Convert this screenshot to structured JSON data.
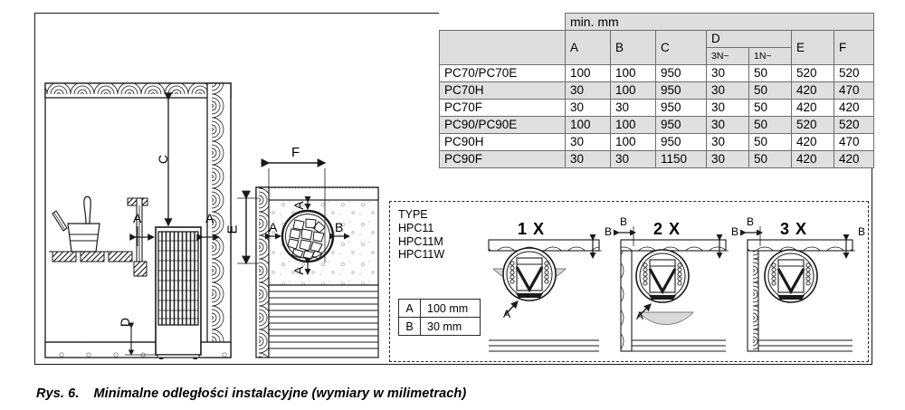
{
  "figure": {
    "caption_number": "Rys. 6.",
    "caption_text": "Minimalne odległości instalacyjne (wymiary w milimetrach)"
  },
  "table": {
    "group_header": "min. mm",
    "corner_header": "",
    "columns": [
      "A",
      "B",
      "C",
      "D",
      "E",
      "F"
    ],
    "d_subcolumns": [
      "3N~",
      "1N~"
    ],
    "rows": [
      {
        "model": "PC70/PC70E",
        "A": "100",
        "B": "100",
        "C": "950",
        "D_3N": "30",
        "D_1N": "50",
        "E": "520",
        "F": "520"
      },
      {
        "model": "PC70H",
        "A": "30",
        "B": "100",
        "C": "950",
        "D_3N": "30",
        "D_1N": "50",
        "E": "420",
        "F": "470"
      },
      {
        "model": "PC70F",
        "A": "30",
        "B": "30",
        "C": "950",
        "D_3N": "30",
        "D_1N": "50",
        "E": "420",
        "F": "420"
      },
      {
        "model": "PC90/PC90E",
        "A": "100",
        "B": "100",
        "C": "950",
        "D_3N": "30",
        "D_1N": "50",
        "E": "520",
        "F": "520"
      },
      {
        "model": "PC90H",
        "A": "30",
        "B": "100",
        "C": "950",
        "D_3N": "30",
        "D_1N": "50",
        "E": "420",
        "F": "470"
      },
      {
        "model": "PC90F",
        "A": "30",
        "B": "30",
        "C": "1150",
        "D_3N": "30",
        "D_1N": "50",
        "E": "420",
        "F": "420"
      }
    ]
  },
  "type_panel": {
    "heading": "TYPE",
    "models": [
      "HPC11",
      "HPC11M",
      "HPC11W"
    ],
    "dims": [
      {
        "key": "A",
        "value": "100 mm"
      },
      {
        "key": "B",
        "value": "30 mm"
      }
    ]
  },
  "configs": [
    {
      "title": "1 X",
      "labels": [
        "B",
        "A"
      ]
    },
    {
      "title": "2 X",
      "labels": [
        "B",
        "B",
        "A"
      ]
    },
    {
      "title": "3 X",
      "labels": [
        "B",
        "B"
      ]
    }
  ],
  "elevation": {
    "dim_c": "C",
    "dim_a_left": "A",
    "dim_a_right": "A",
    "dim_d": "D"
  },
  "plan": {
    "dim_f": "F",
    "dim_e": "E",
    "dim_a_top": "A",
    "dim_a_left": "A",
    "dim_a_bottom": "A",
    "dim_b_right": "B"
  },
  "colors": {
    "line": "#1a1a1a",
    "table_header_fill": "#dedede",
    "table_alt_fill": "#e0e0e0",
    "shade_fill": "#d9d9d9"
  }
}
